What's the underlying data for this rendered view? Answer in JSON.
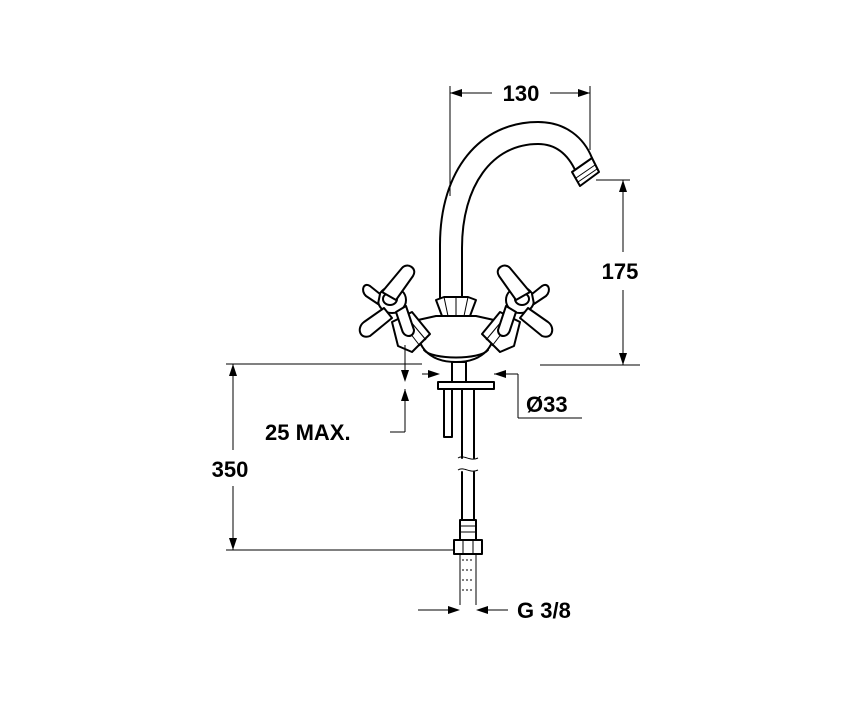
{
  "dimensions": {
    "spout_reach": "130",
    "spout_height": "175",
    "base_diameter": "Ø33",
    "max_thickness": "25 MAX.",
    "hose_length": "350",
    "thread": "G 3/8"
  }
}
